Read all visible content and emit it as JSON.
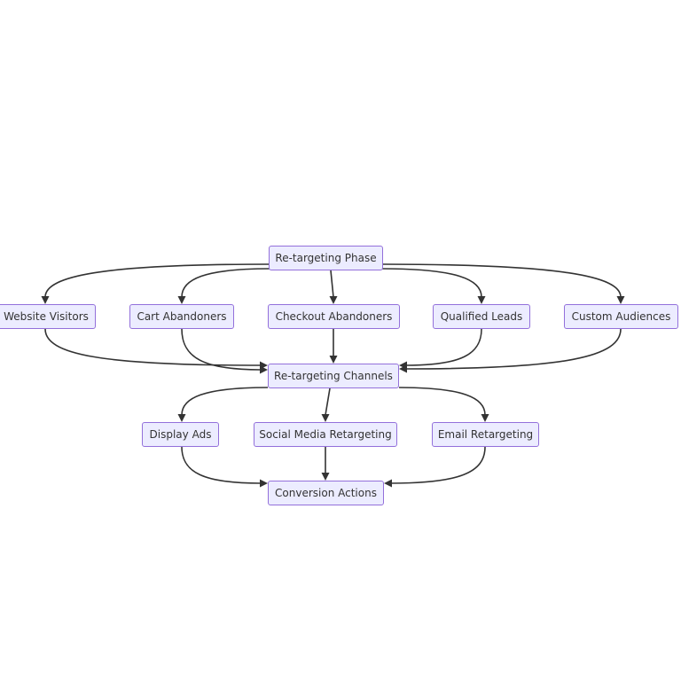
{
  "nodes": {
    "phase": "Re-targeting Phase",
    "website_visitors": "Website Visitors",
    "cart_abandoners": "Cart Abandoners",
    "checkout_abandoners": "Checkout Abandoners",
    "qualified_leads": "Qualified Leads",
    "custom_audiences": "Custom Audiences",
    "channels": "Re-targeting Channels",
    "display_ads": "Display Ads",
    "social_media": "Social Media Retargeting",
    "email": "Email Retargeting",
    "conversion": "Conversion Actions"
  },
  "edges": [
    [
      "phase",
      "website_visitors"
    ],
    [
      "phase",
      "cart_abandoners"
    ],
    [
      "phase",
      "checkout_abandoners"
    ],
    [
      "phase",
      "qualified_leads"
    ],
    [
      "phase",
      "custom_audiences"
    ],
    [
      "website_visitors",
      "channels"
    ],
    [
      "cart_abandoners",
      "channels"
    ],
    [
      "checkout_abandoners",
      "channels"
    ],
    [
      "qualified_leads",
      "channels"
    ],
    [
      "custom_audiences",
      "channels"
    ],
    [
      "channels",
      "display_ads"
    ],
    [
      "channels",
      "social_media"
    ],
    [
      "channels",
      "email"
    ],
    [
      "display_ads",
      "conversion"
    ],
    [
      "social_media",
      "conversion"
    ],
    [
      "email",
      "conversion"
    ]
  ],
  "colors": {
    "node_fill": "#ececff",
    "node_border": "#9370db",
    "edge": "#333333",
    "text": "#333333"
  }
}
